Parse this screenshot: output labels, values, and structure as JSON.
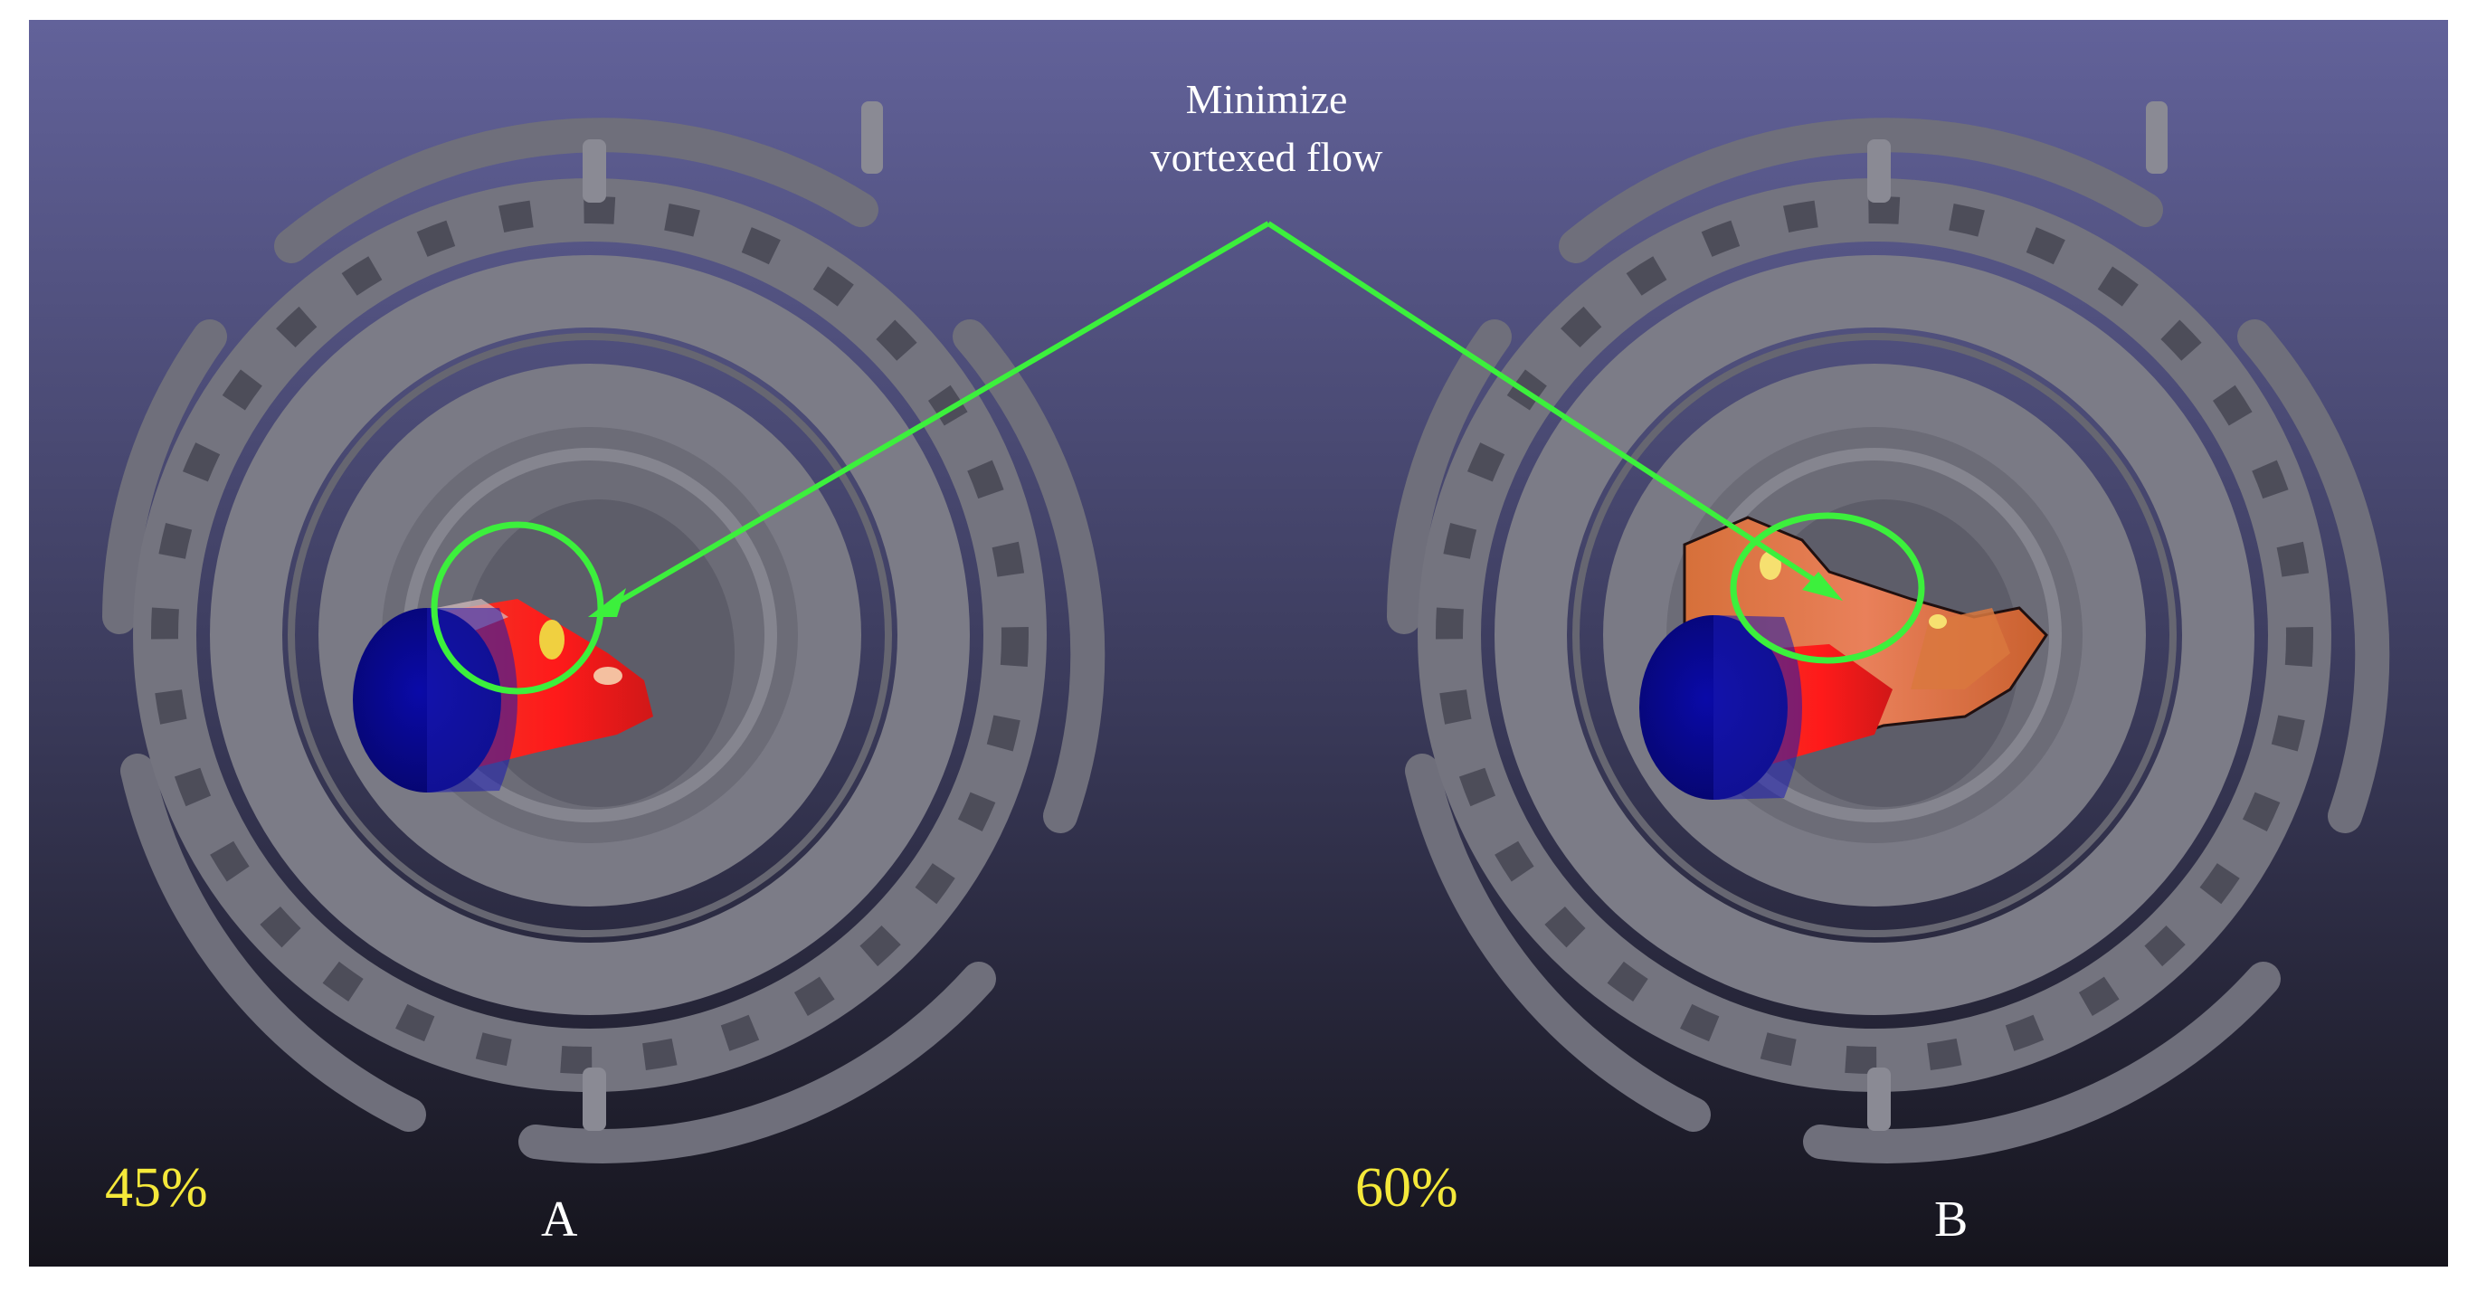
{
  "annotation": {
    "line1": "Minimize",
    "line2": "vortexed flow"
  },
  "panels": [
    {
      "letter": "A",
      "fill_percent": "45%"
    },
    {
      "letter": "B",
      "fill_percent": "60%"
    }
  ],
  "colors": {
    "background_top": "#62629a",
    "background_bottom": "#15141c",
    "casting": "#7b7b86",
    "metal_cold": "#0a0a96",
    "metal_hot": "#e02a22",
    "annotation_green": "#3cf03c",
    "percent_text": "#f4e83a"
  }
}
